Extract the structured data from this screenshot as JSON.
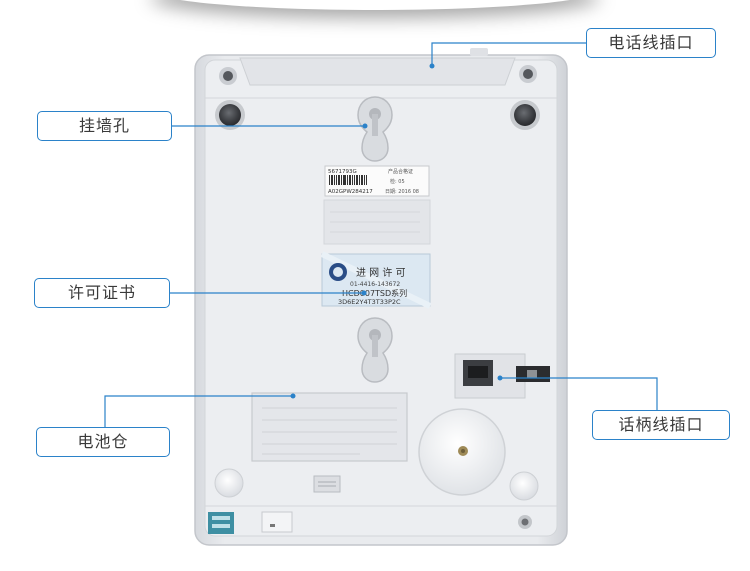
{
  "callouts": {
    "phone_line_port": "电话线插口",
    "wall_mount_hole": "挂墙孔",
    "license_certificate": "许可证书",
    "battery_compartment": "电池仓",
    "handset_cord_port": "话柄线插口"
  },
  "label_sticker": {
    "serial": "5671793G",
    "code": "A02GPW284217",
    "title": "产品合格证",
    "inspector": "检: 05",
    "date": "日期: 2016 08"
  },
  "license_sticker": {
    "title": "进 网 许 可",
    "line1": "01-4416-143672",
    "line2": "HCD007TSD系列",
    "line3": "3D6E2Y4T3T33P2C"
  },
  "colors": {
    "accent": "#2b82c9",
    "body": "#e4e6ea"
  }
}
